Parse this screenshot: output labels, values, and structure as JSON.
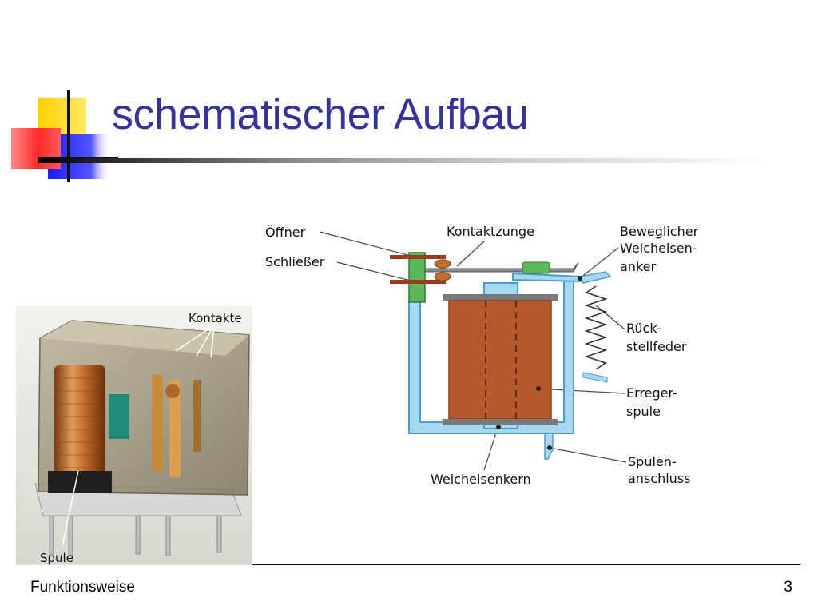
{
  "slide": {
    "title": "schematischer Aufbau",
    "footer": "Funktionsweise",
    "page_number": "3"
  },
  "photo": {
    "labels": {
      "kontakte": "Kontakte",
      "spule": "Spule"
    }
  },
  "schematic": {
    "labels": {
      "oeffner": "Öffner",
      "schliesser": "Schließer",
      "kontaktzunge": "Kontaktzunge",
      "anker_1": "Beweglicher",
      "anker_2": "Weicheisen-",
      "anker_3": "anker",
      "feder_1": "Rück-",
      "feder_2": "stellfeder",
      "spule_1": "Erreger-",
      "spule_2": "spule",
      "kern": "Weicheisenkern",
      "anschluss_1": "Spulen-",
      "anschluss_2": "anschluss"
    }
  },
  "colors": {
    "title": "#333399",
    "frame": "#a8d8f0",
    "coil": "#b5582c",
    "contact_green": "#5cb85c"
  }
}
